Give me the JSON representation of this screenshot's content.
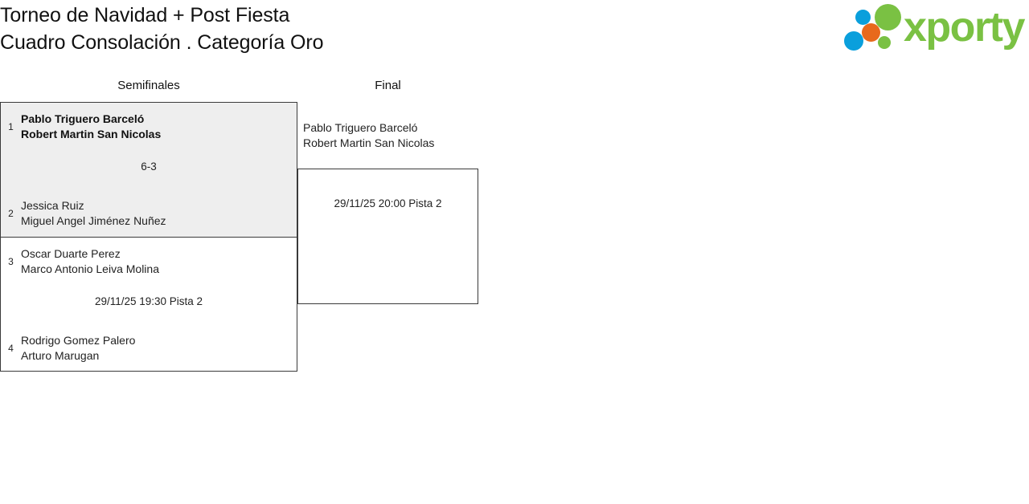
{
  "header": {
    "title_line1": "Torneo de Navidad + Post Fiesta",
    "title_line2": "Cuadro Consolación . Categoría Oro",
    "logo_text": "xporty",
    "logo_colors": {
      "green": "#7ac143",
      "blue": "#0a9fdc",
      "orange": "#e8691c"
    }
  },
  "bracket": {
    "rounds": [
      {
        "name": "semifinales",
        "label": "Semifinales"
      },
      {
        "name": "final",
        "label": "Final"
      }
    ],
    "semifinals": [
      {
        "id": "sf1",
        "highlighted": true,
        "top": {
          "seed": "1",
          "names": "Pablo Triguero Barceló\nRobert Martin San Nicolas",
          "winner": true
        },
        "bottom": {
          "seed": "2",
          "names": "Jessica Ruiz\nMiguel Angel Jiménez Nuñez",
          "winner": false
        },
        "info": "6-3"
      },
      {
        "id": "sf2",
        "highlighted": false,
        "top": {
          "seed": "3",
          "names": "Oscar Duarte Perez\nMarco Antonio Leiva Molina",
          "winner": false
        },
        "bottom": {
          "seed": "4",
          "names": "Rodrigo Gomez Palero\nArturo Marugan",
          "winner": false
        },
        "info": "29/11/25 19:30 Pista 2"
      }
    ],
    "final": {
      "qualified_names": "Pablo Triguero Barceló\nRobert Martin San Nicolas",
      "info": "29/11/25 20:00 Pista 2"
    }
  }
}
